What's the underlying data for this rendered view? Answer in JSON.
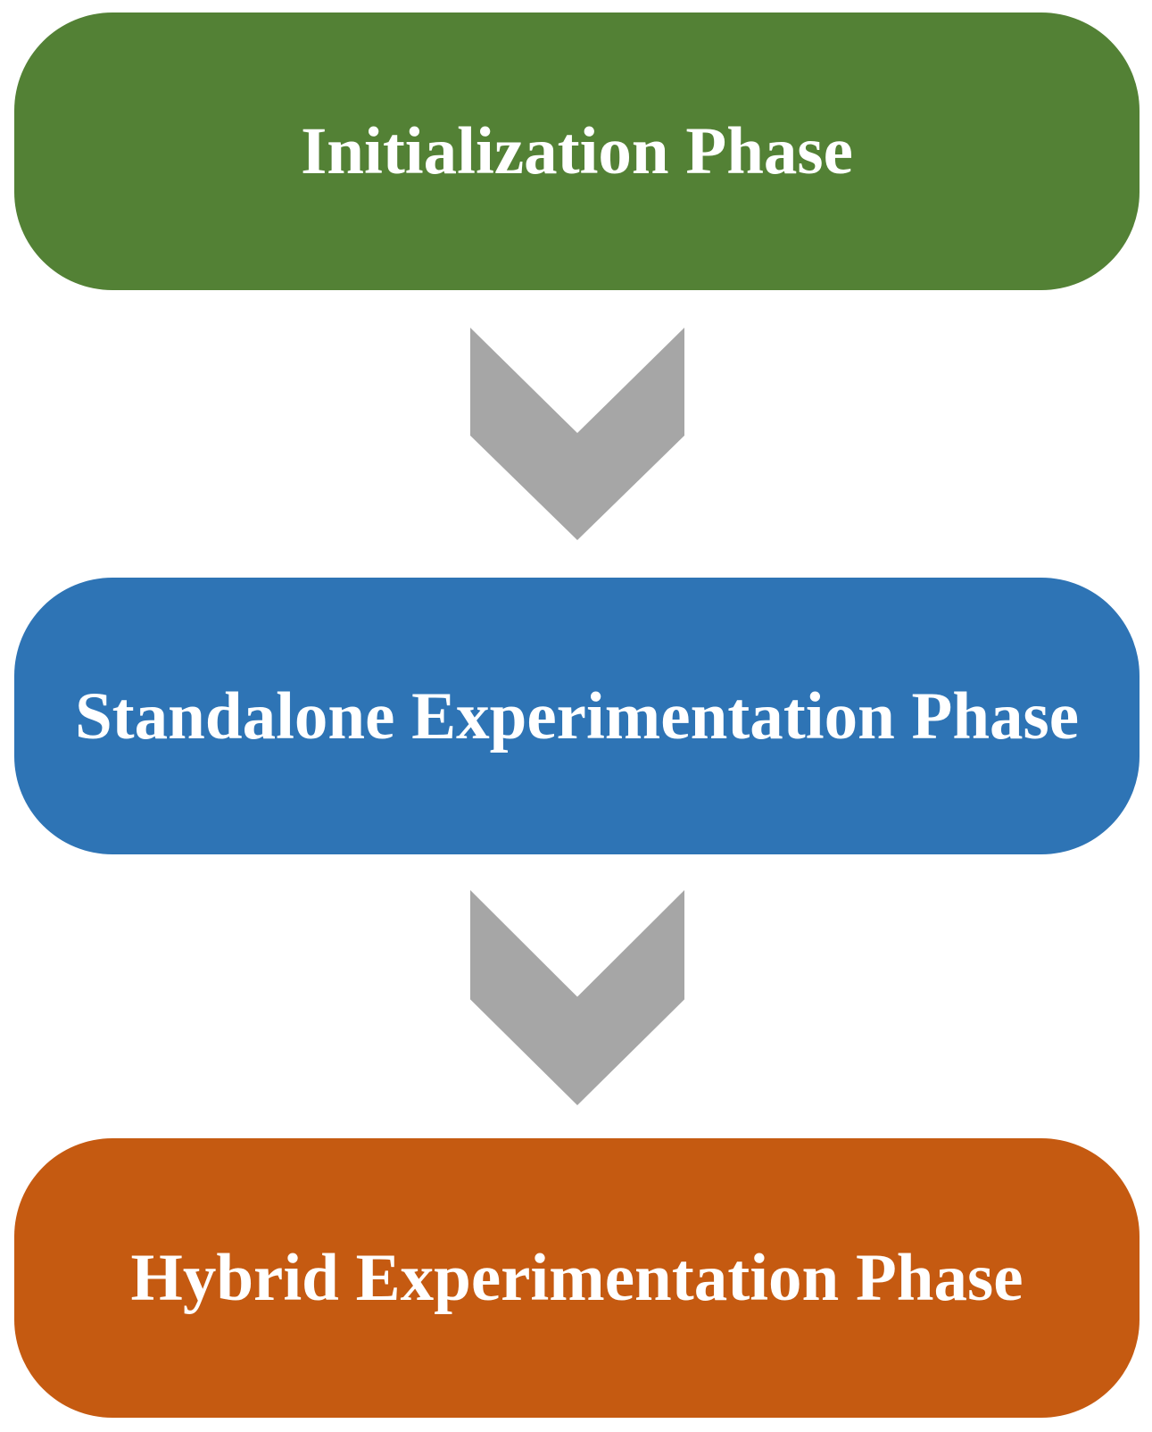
{
  "diagram": {
    "type": "flowchart",
    "direction": "top-to-bottom",
    "text_color": "#FFFFFF",
    "phases": [
      {
        "label": "Initialization Phase",
        "color": "#538135"
      },
      {
        "label": "Standalone Experimentation Phase",
        "color": "#2E74B5"
      },
      {
        "label": "Hybrid Experimentation Phase",
        "color": "#C55A11"
      }
    ],
    "connector": {
      "shape": "chevron-down",
      "color": "#A6A6A6"
    }
  }
}
